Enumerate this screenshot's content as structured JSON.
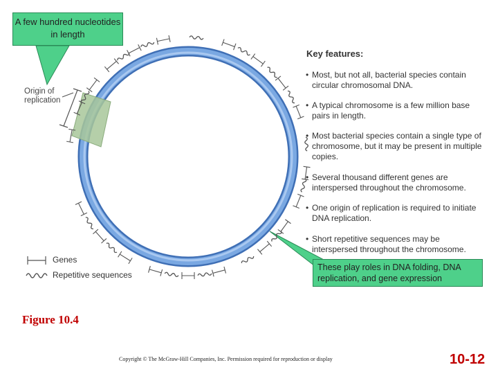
{
  "callouts": {
    "top": "A few hundred nucleotides in length",
    "bottom": "These play roles in DNA folding,  DNA replication, and gene expression"
  },
  "origin_label": "Origin of replication",
  "key": {
    "title": "Key features:",
    "items": [
      "Most, but not all, bacterial species contain circular chromosomal DNA.",
      "A typical chromosome is a few million base pairs in length.",
      "Most bacterial species contain a single type of chromosome, but it may be present in multiple copies.",
      "Several thousand different genes are interspersed throughout the chromosome.",
      "One origin of replication is required to initiate DNA replication.",
      "Short repetitive sequences may be interspersed throughout the chromosome."
    ],
    "bullet": "•"
  },
  "legend": {
    "genes": "Genes",
    "repetitive": "Repetitive sequences"
  },
  "figure_label": "Figure 10.4",
  "copyright": "Copyright © The McGraw-Hill Companies, Inc. Permission required for reproduction or display",
  "page_number": "10-12",
  "colors": {
    "ring": "#6b9bd8",
    "ring_dark": "#3f6fb5",
    "callout": "#4ed08a",
    "origin_band": "#a8c79a",
    "accent_red": "#c00000"
  }
}
